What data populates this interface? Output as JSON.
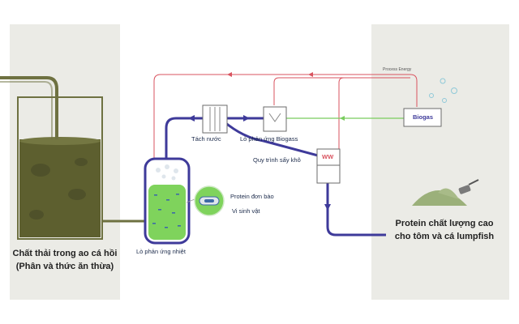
{
  "labels": {
    "waste_line1": "Chất thải trong ao cá hồi",
    "waste_line2": "(Phân và thức ăn thừa)",
    "thermal_reactor": "Lò phản ứng nhiệt",
    "water_separation": "Tách nước",
    "biogas_reactor": "Lò phản ứng Biogass",
    "drying_process": "Quy trình sấy khô",
    "biogas": "Biogas",
    "process_energy": "Process Energy",
    "single_cell_protein": "Protein đơn bào",
    "microorganisms": "Vi sinh vật",
    "product_line1": "Protein chất lượng cao",
    "product_line2": "cho tôm và cá lumpfish",
    "dryer_symbol": "WW"
  },
  "colors": {
    "panel_bg": "#ebebe6",
    "waste_pipe": "#6e7141",
    "protein_pipe": "#3e3a9a",
    "energy_line": "#d9535f",
    "biogas_line": "#79cc5d",
    "reactor_liquid": "#7fd35c",
    "sludge": "#5d5f2f",
    "powder": "#9bb07a"
  }
}
